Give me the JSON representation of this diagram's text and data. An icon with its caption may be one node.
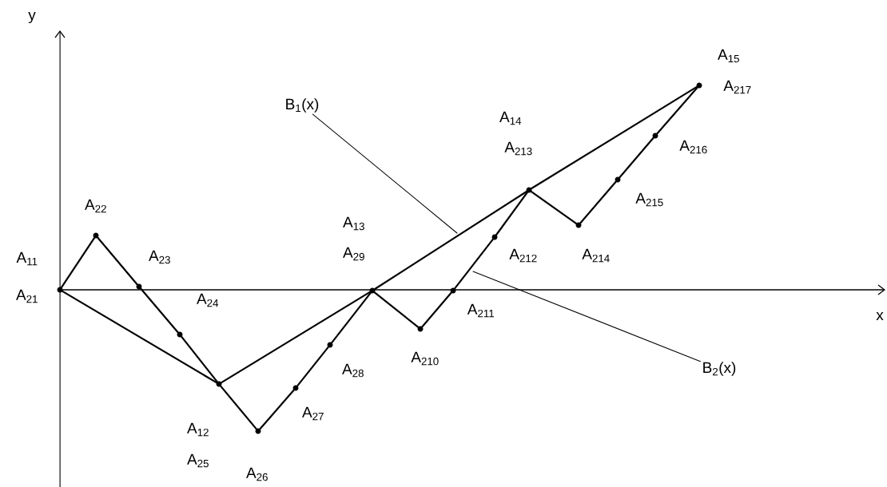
{
  "diagram": {
    "nodes": [
      {
        "text": [],
        "shape": "circle",
        "beside": [
          "A$_{11}$",
          "A$_{21}$"
        ]
      },
      {
        "text": [],
        "shape": "circle",
        "beside": [
          "A$_{22}$"
        ]
      },
      {
        "text": [],
        "shape": "circle",
        "beside": [
          "A$_{23}$"
        ]
      },
      {
        "text": [],
        "shape": "circle",
        "beside": [
          "A$_{24}$"
        ]
      },
      {
        "text": [],
        "shape": "circle",
        "beside": [
          "A$_{12}$",
          "A$_{25}$"
        ]
      },
      {
        "text": [],
        "shape": "circle",
        "beside": [
          "A$_{26}$"
        ]
      },
      {
        "text": [],
        "shape": "circle",
        "beside": [
          "A$_{27}$"
        ]
      },
      {
        "text": [],
        "shape": "circle",
        "beside": [
          "A$_{28}$"
        ]
      },
      {
        "text": [],
        "shape": "circle",
        "beside": [
          "A$_{13}$",
          "A$_{29}$"
        ]
      },
      {
        "text": [],
        "shape": "circle",
        "beside": [
          "A$_{210}$"
        ]
      },
      {
        "text": [],
        "shape": "circle",
        "beside": [
          "A$_{211}$"
        ]
      },
      {
        "text": [],
        "shape": "circle",
        "beside": [
          "A$_{212}$"
        ]
      },
      {
        "text": [],
        "shape": "circle",
        "beside": [
          "A$_{14}$",
          "A$_{213}$"
        ]
      },
      {
        "text": [],
        "shape": "circle",
        "beside": [
          "A$_{214}$"
        ]
      },
      {
        "text": [],
        "shape": "circle",
        "beside": [
          "A$_{215}$"
        ]
      },
      {
        "text": [],
        "shape": "circle",
        "beside": [
          "A$_{216}$"
        ]
      },
      {
        "text": [],
        "shape": "circle",
        "beside": [
          "A$_{15}$",
          "A$_{217}$"
        ]
      },
      {
        "text": [
          "B$_{1}$(x)"
        ]
      },
      {
        "text": [
          "B$_{2}$(x)"
        ]
      }
    ],
    "edges": [
      {
        "from": 0,
        "to": 4,
        "arrow": "none"
      },
      {
        "from": 4,
        "to": 8,
        "arrow": "none"
      },
      {
        "from": 8,
        "to": 12,
        "arrow": "none"
      },
      {
        "from": 12,
        "to": 16,
        "arrow": "none"
      },
      {
        "from": 0,
        "to": 1,
        "arrow": "none"
      },
      {
        "from": 1,
        "to": 2,
        "arrow": "none"
      },
      {
        "from": 2,
        "to": 3,
        "arrow": "none"
      },
      {
        "from": 3,
        "to": 4,
        "arrow": "none"
      },
      {
        "from": 4,
        "to": 5,
        "arrow": "none"
      },
      {
        "from": 5,
        "to": 6,
        "arrow": "none"
      },
      {
        "from": 6,
        "to": 7,
        "arrow": "none"
      },
      {
        "from": 7,
        "to": 8,
        "arrow": "none"
      },
      {
        "from": 8,
        "to": 9,
        "arrow": "none"
      },
      {
        "from": 9,
        "to": 10,
        "arrow": "none"
      },
      {
        "from": 10,
        "to": 11,
        "arrow": "none"
      },
      {
        "from": 11,
        "to": 12,
        "arrow": "none"
      },
      {
        "from": 12,
        "to": 13,
        "arrow": "none"
      },
      {
        "from": 13,
        "to": 14,
        "arrow": "none"
      },
      {
        "from": 14,
        "to": 15,
        "arrow": "none"
      },
      {
        "from": 15,
        "to": 16,
        "arrow": "none"
      },
      {
        "from": 17,
        "to": null,
        "arrow": "none"
      },
      {
        "from": 18,
        "to": null,
        "arrow": "none"
      }
    ],
    "labels": [
      "y",
      "x"
    ]
  }
}
